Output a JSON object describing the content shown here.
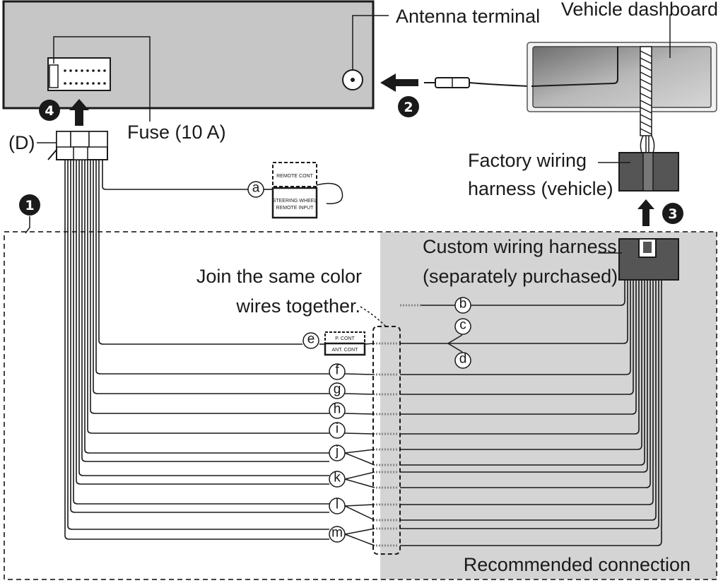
{
  "labels": {
    "antenna_terminal": "Antenna terminal",
    "vehicle_dashboard": "Vehicle dashboard",
    "fuse": "Fuse (10 A)",
    "d_label": "(D)",
    "factory_line1": "Factory wiring",
    "factory_line2": "harness (vehicle)",
    "custom_line1": "Custom wiring harness",
    "custom_line2": "(separately purchased)",
    "join_line1": "Join the same color",
    "join_line2": "wires together.",
    "recommended": "Recommended connection"
  },
  "steps": [
    "1",
    "2",
    "3",
    "4"
  ],
  "module_a": {
    "top": "REMOTE CONT",
    "bottom_line1": "STEERING WHEEL",
    "bottom_line2": "REMOTE INPUT"
  },
  "module_e": {
    "top": "P. CONT",
    "bottom": "ANT. CONT"
  },
  "wire_letters": {
    "a": "a",
    "b": "b",
    "c": "c",
    "d": "d",
    "e": "e",
    "f": "f",
    "g": "g",
    "h": "h",
    "i": "i",
    "j": "j",
    "k": "k",
    "l": "l",
    "m": "m"
  }
}
